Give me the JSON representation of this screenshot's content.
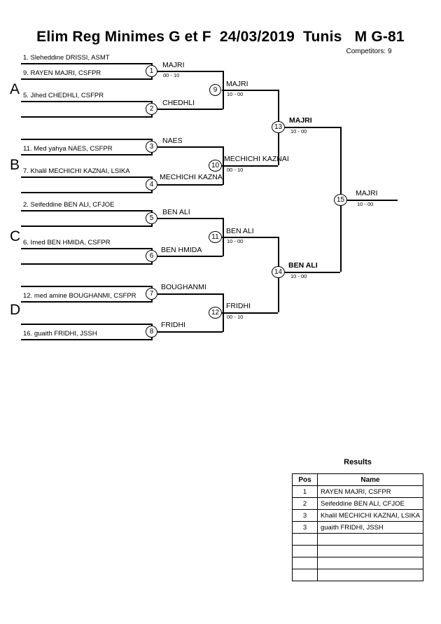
{
  "header": {
    "title": "Elim Reg Minimes G et F  24/03/2019  Tunis   M G-81",
    "competitors": "Competitors: 9"
  },
  "sections": [
    {
      "letter": "A"
    },
    {
      "letter": "B"
    },
    {
      "letter": "C"
    },
    {
      "letter": "D"
    }
  ],
  "entrants": [
    {
      "label": "1. Sleheddine DRISSI, ASMT"
    },
    {
      "label": "9. RAYEN MAJRI, CSFPR"
    },
    {
      "label": "5. Jihed CHEDHLI, CSFPR"
    },
    {
      "label": ""
    },
    {
      "label": ""
    },
    {
      "label": "11. Med yahya NAES, CSFPR"
    },
    {
      "label": "7. Khalil MECHICHI KAZNAI, LSIKA"
    },
    {
      "label": ""
    },
    {
      "label": "2. Seifeddine BEN ALI, CFJOE"
    },
    {
      "label": ""
    },
    {
      "label": "6. Imed BEN HMIDA, CSFPR"
    },
    {
      "label": ""
    },
    {
      "label": ""
    },
    {
      "label": "12. med amine BOUGHANMI, CSFPR"
    },
    {
      "label": ""
    },
    {
      "label": "16. guaith FRIDHI, JSSH"
    }
  ],
  "matches": [
    {
      "number": "1",
      "winner": "MAJRI",
      "score": "00 - 10",
      "bold": false
    },
    {
      "number": "2",
      "winner": "CHEDHLI",
      "score": "",
      "bold": false
    },
    {
      "number": "3",
      "winner": "NAES",
      "score": "",
      "bold": false
    },
    {
      "number": "4",
      "winner": "MECHICHI KAZNAI",
      "score": "",
      "bold": false
    },
    {
      "number": "5",
      "winner": "BEN ALI",
      "score": "",
      "bold": false
    },
    {
      "number": "6",
      "winner": "BEN HMIDA",
      "score": "",
      "bold": false
    },
    {
      "number": "7",
      "winner": "BOUGHANMI",
      "score": "",
      "bold": false
    },
    {
      "number": "8",
      "winner": "FRIDHI",
      "score": "",
      "bold": false
    },
    {
      "number": "9",
      "winner": "MAJRI",
      "score": "10 - 00",
      "bold": false
    },
    {
      "number": "10",
      "winner": "MECHICHI KAZNAI",
      "score": "00 - 10",
      "bold": false
    },
    {
      "number": "11",
      "winner": "BEN ALI",
      "score": "10 - 00",
      "bold": false
    },
    {
      "number": "12",
      "winner": "FRIDHI",
      "score": "00 - 10",
      "bold": false
    },
    {
      "number": "13",
      "winner": "MAJRI",
      "score": "10 - 00",
      "bold": true
    },
    {
      "number": "14",
      "winner": "BEN ALI",
      "score": "10 - 00",
      "bold": true
    },
    {
      "number": "15",
      "winner": "MAJRI",
      "score": "10 - 00",
      "bold": false
    }
  ],
  "results": {
    "title": "Results",
    "columns": {
      "pos": "Pos",
      "name": "Name"
    },
    "rows": [
      {
        "pos": "1",
        "name": "RAYEN MAJRI, CSFPR"
      },
      {
        "pos": "2",
        "name": "Seifeddine BEN ALI, CFJOE"
      },
      {
        "pos": "3",
        "name": "Khalil MECHICHI KAZNAI, LSIKA"
      },
      {
        "pos": "3",
        "name": "guaith FRIDHI, JSSH"
      },
      {
        "pos": "",
        "name": ""
      },
      {
        "pos": "",
        "name": ""
      },
      {
        "pos": "",
        "name": ""
      },
      {
        "pos": "",
        "name": ""
      }
    ]
  }
}
